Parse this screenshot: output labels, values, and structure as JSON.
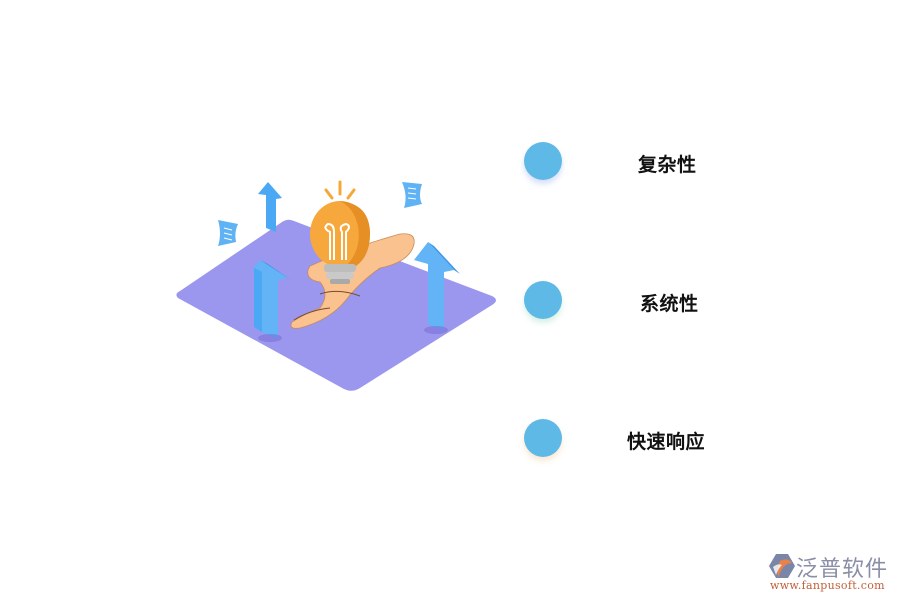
{
  "features": [
    {
      "label": "复杂性",
      "dot_color": "#5fb9e6"
    },
    {
      "label": "系统性",
      "dot_color": "#5fb9e6"
    },
    {
      "label": "快速响应",
      "dot_color": "#5fb9e6"
    }
  ],
  "illustration": {
    "description": "isometric purple platform with hand holding light bulb, blue up arrows and floating documents",
    "platform_color": "#9b97ee",
    "arrow_color": "#4aa8f5",
    "bulb_color": "#f5a83a"
  },
  "logo": {
    "name": "泛普软件",
    "url": "www.fanpusoft.com"
  }
}
